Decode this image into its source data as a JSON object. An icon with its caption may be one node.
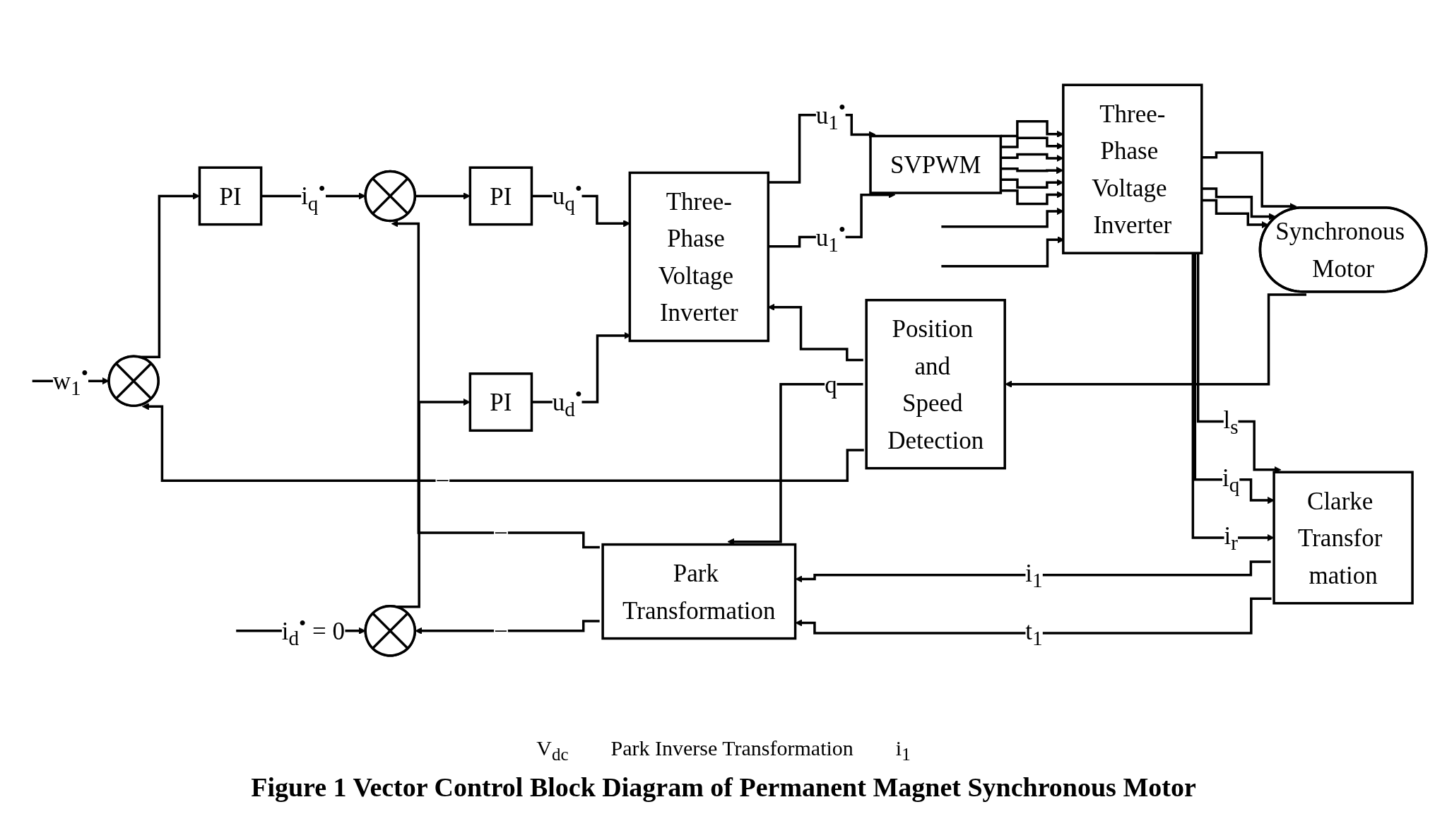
{
  "diagram": {
    "caption": "Figure 1 Vector Control Block Diagram of Permanent Magnet Synchronous Motor",
    "nodes": [
      {
        "text": [],
        "shape": "circle"
      },
      {
        "text": [
          "PI"
        ]
      },
      {
        "text": [],
        "shape": "circle"
      },
      {
        "text": [
          "PI"
        ]
      },
      {
        "text": [],
        "shape": "circle"
      },
      {
        "text": [
          "PI"
        ]
      },
      {
        "text": [
          "Three-Phase Voltage Inverter"
        ]
      },
      {
        "text": [
          "SVPWM"
        ]
      },
      {
        "text": [
          "Three-Phase Voltage Inverter"
        ]
      },
      {
        "text": [
          "Park Transformation"
        ]
      },
      {
        "text": [
          "Clarke Transfor mation"
        ]
      },
      {
        "text": [
          "Position and Speed Detection"
        ]
      },
      {
        "text": [
          "Synchronous Motor"
        ]
      }
    ],
    "edges": [
      {
        "from": null,
        "to": 0,
        "arrow": "to",
        "label": "w$_{1}$$^{•}$"
      },
      {
        "from": 0,
        "to": 1,
        "arrow": "to"
      },
      {
        "from": 1,
        "to": 2,
        "arrow": "to",
        "label": "i$_{q}$$^{•}$"
      },
      {
        "from": 2,
        "to": 3,
        "arrow": "to"
      },
      {
        "from": null,
        "to": 4,
        "arrow": "to",
        "label": "i$_{d}$$^{•}$ = 0"
      },
      {
        "from": 4,
        "to": 5,
        "arrow": "to"
      },
      {
        "from": 3,
        "to": 6,
        "arrow": "to",
        "label": "u$_{q}$$^{•}$"
      },
      {
        "from": 5,
        "to": 6,
        "arrow": "to",
        "label": "u$_{d}$$^{•}$"
      },
      {
        "from": 6,
        "to": 7,
        "arrow": "to",
        "label": "u$_{1}$$^{•}$"
      },
      {
        "from": 6,
        "to": 7,
        "arrow": "to",
        "label": "u$_{1}$$^{•}$"
      },
      {
        "from": 7,
        "to": 8,
        "arrow": "to"
      },
      {
        "from": 7,
        "to": 8,
        "arrow": "to"
      },
      {
        "from": 7,
        "to": 8,
        "arrow": "to"
      },
      {
        "from": 7,
        "to": 8,
        "arrow": "to"
      },
      {
        "from": 7,
        "to": 8,
        "arrow": "to"
      },
      {
        "from": 7,
        "to": 8,
        "arrow": "to"
      },
      {
        "from": null,
        "to": 8,
        "arrow": "to"
      },
      {
        "from": null,
        "to": 8,
        "arrow": "to"
      },
      {
        "from": 8,
        "to": 12,
        "arrow": "to"
      },
      {
        "from": 8,
        "to": 12,
        "arrow": "to"
      },
      {
        "from": 8,
        "to": 12,
        "arrow": "to"
      },
      {
        "from": 8,
        "to": 10,
        "arrow": "to",
        "label": "l$_{s}$"
      },
      {
        "from": 8,
        "to": 10,
        "arrow": "to",
        "label": "i$_{q}$"
      },
      {
        "from": 8,
        "to": 10,
        "arrow": "to",
        "label": "i$_{r}$"
      },
      {
        "from": 10,
        "to": 9,
        "arrow": "to",
        "label": "i$_{1}$"
      },
      {
        "from": 10,
        "to": 9,
        "arrow": "to",
        "label": "t$_{1}$"
      },
      {
        "from": 11,
        "to": 6,
        "arrow": "to"
      },
      {
        "from": 11,
        "to": 9,
        "arrow": "to",
        "label": "q"
      },
      {
        "from": 12,
        "to": 11,
        "arrow": "to"
      },
      {
        "from": 11,
        "to": 0,
        "arrow": "to",
        "label": "−"
      },
      {
        "from": 9,
        "to": 2,
        "arrow": "to",
        "label": "−"
      },
      {
        "from": 9,
        "to": 4,
        "arrow": "to",
        "label": "−"
      }
    ],
    "labels": [
      "V$_{dc}$",
      "Park Inverse Transformation",
      "i$_{1}$"
    ]
  }
}
